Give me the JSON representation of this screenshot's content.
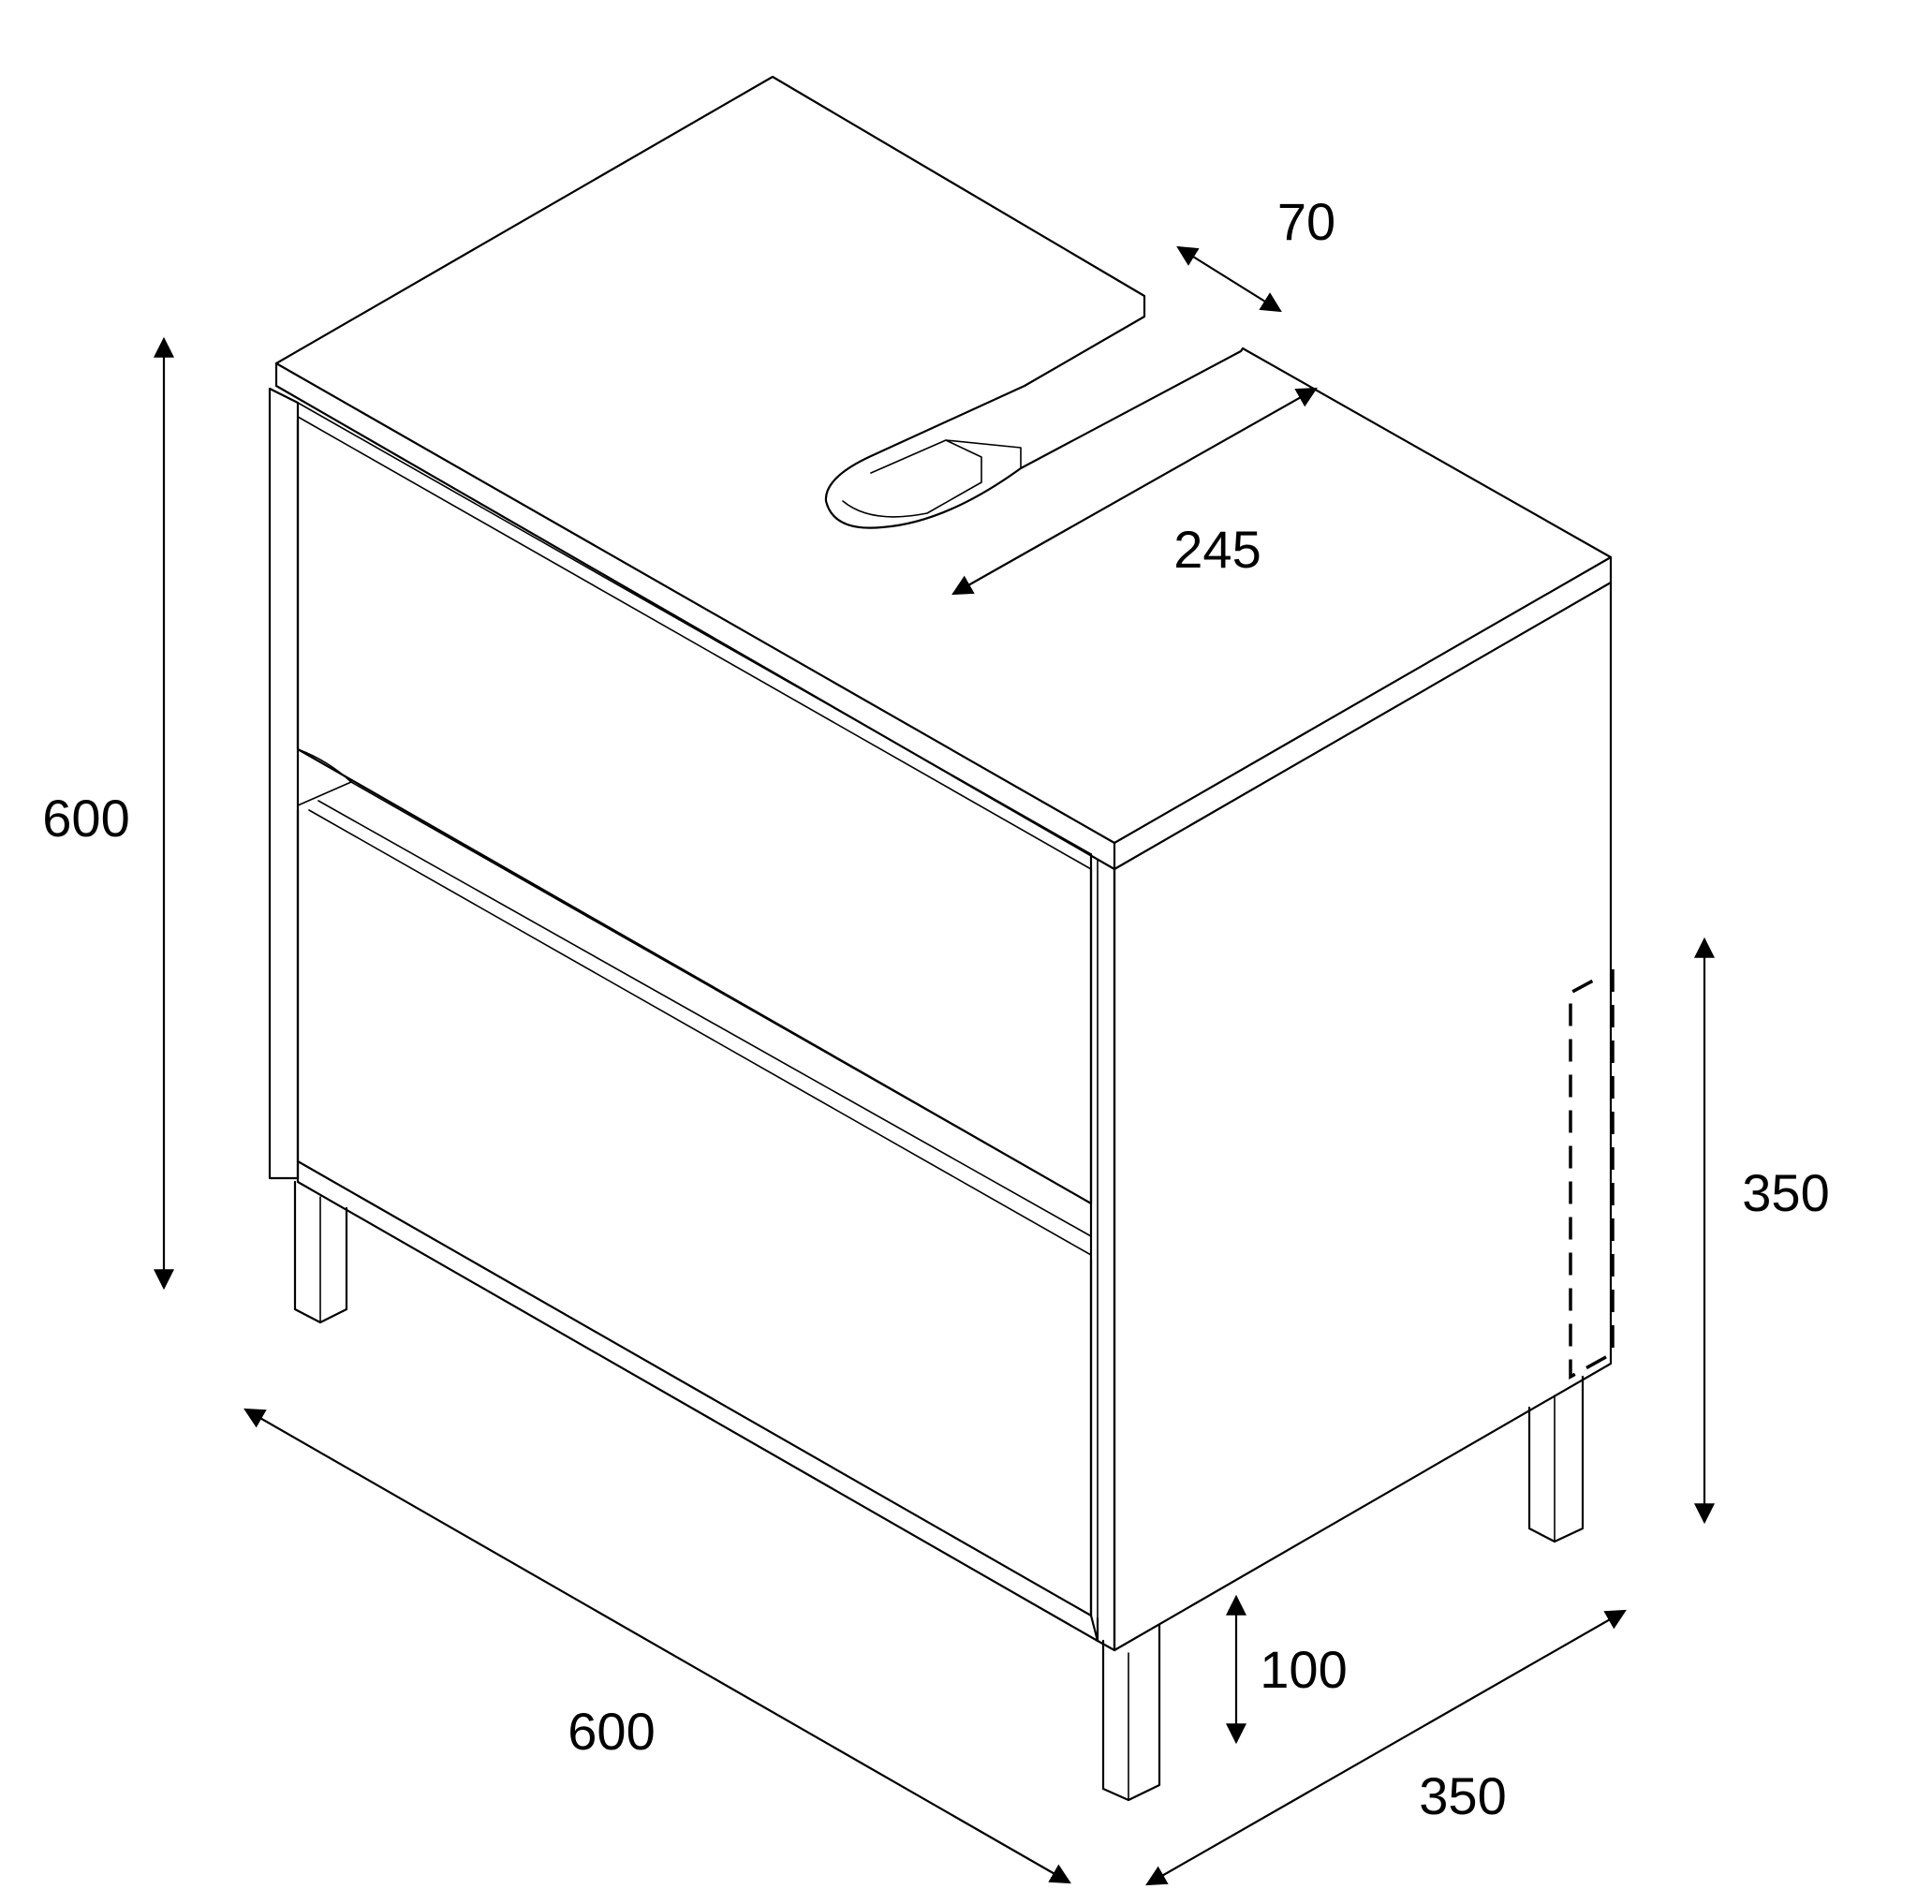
{
  "dimensions": {
    "height_total": "600",
    "width_front": "600",
    "depth_side": "350",
    "cutout_depth": "70",
    "cutout_width": "245",
    "siphon_height": "350",
    "leg_height": "100"
  },
  "colors": {
    "line": "#000000",
    "background": "#ffffff"
  }
}
